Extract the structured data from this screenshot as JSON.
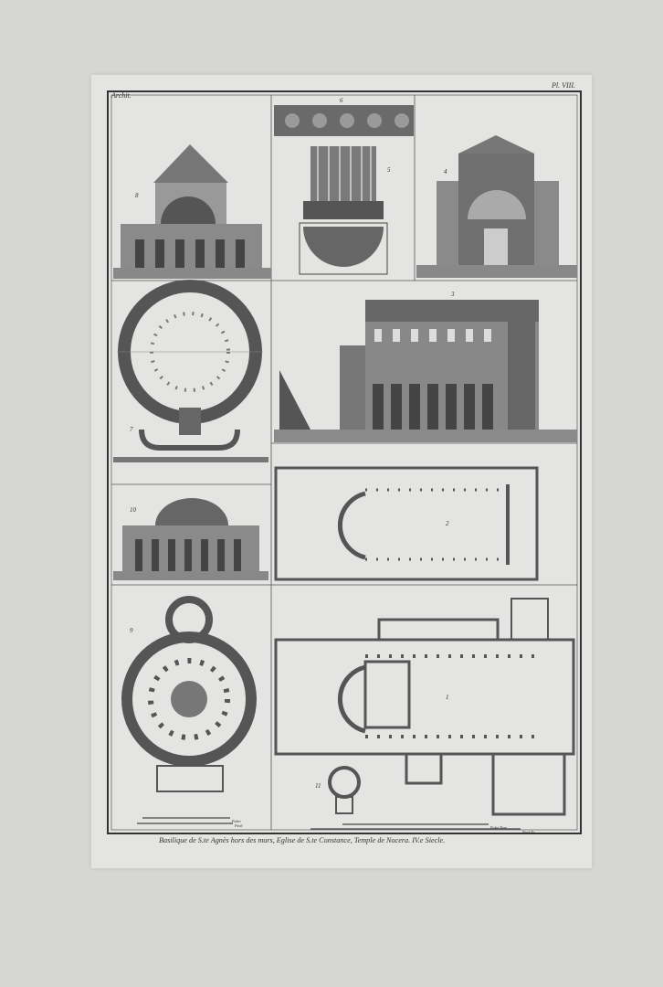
{
  "plate": {
    "header_left": "Archit.",
    "header_right": "Pl. VIII.",
    "caption": "Basilique de S.te Agnès hors des murs, Eglise de S.te Constance, Temple de Nocera. IV.e Siecle.",
    "figure_numbers": [
      "6",
      "5",
      "8",
      "4",
      "7",
      "3",
      "2",
      "10",
      "9",
      "1",
      "11"
    ],
    "scales": {
      "left": [
        "Palmi",
        "Piedi"
      ],
      "right": [
        "Palmi Rom.",
        "Piedi Fr."
      ]
    }
  },
  "colors": {
    "background": "#d6d6d4",
    "paper": "#e4e4e2",
    "ink": "#3a3a3a"
  }
}
